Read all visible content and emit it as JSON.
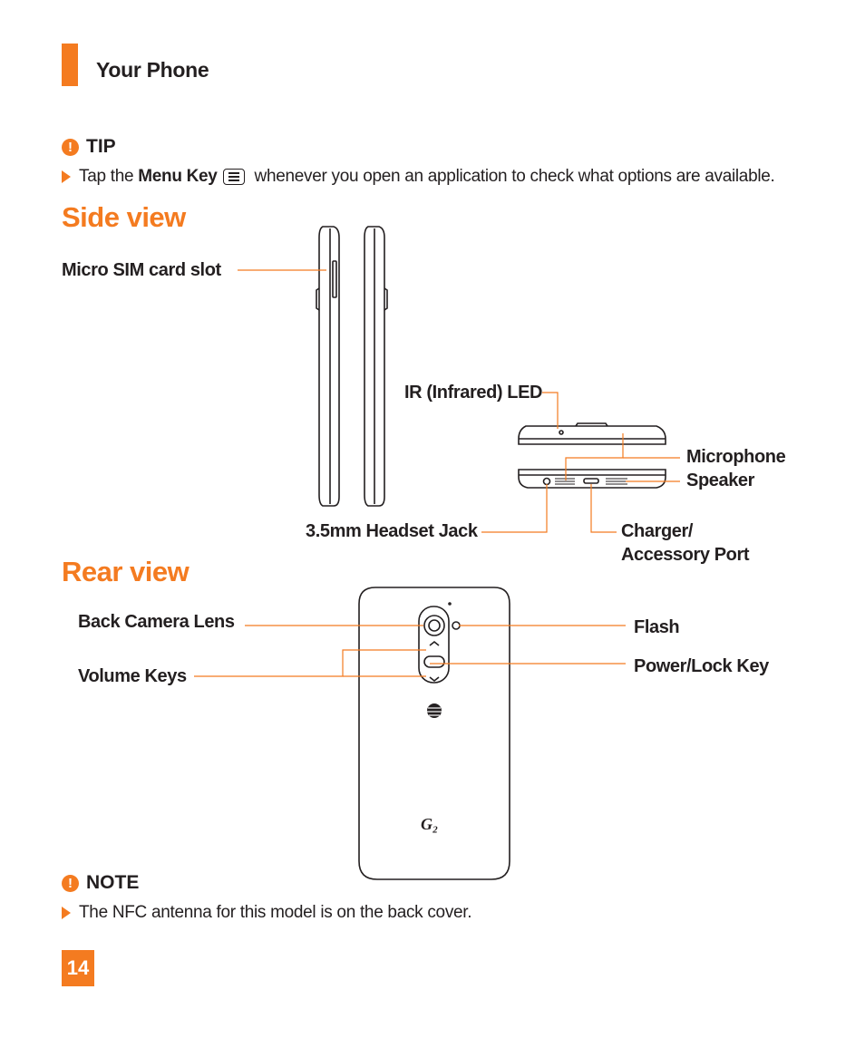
{
  "header": {
    "title": "Your Phone"
  },
  "tip": {
    "heading": "TIP",
    "text_before": "Tap the ",
    "key_name": "Menu Key",
    "text_after": " whenever you open an application to check what options are available."
  },
  "side_view": {
    "title": "Side view",
    "labels": {
      "sim_slot": "Micro SIM card slot",
      "ir_led": "IR (Infrared) LED",
      "microphone": "Microphone",
      "speaker": "Speaker",
      "headset_jack": "3.5mm Headset Jack",
      "charger_line1": "Charger/",
      "charger_line2": "Accessory Port"
    }
  },
  "rear_view": {
    "title": "Rear view",
    "labels": {
      "camera": "Back Camera Lens",
      "volume": "Volume Keys",
      "flash": "Flash",
      "power": "Power/Lock Key"
    }
  },
  "note": {
    "heading": "NOTE",
    "text": "The NFC antenna for this model is on the back cover."
  },
  "page_number": "14",
  "colors": {
    "accent": "#f47b20",
    "text": "#231f20"
  },
  "icons": {
    "callout": "exclamation-circle-icon",
    "bullet": "triangle-bullet-icon",
    "menu_key": "menu-key-icon"
  }
}
